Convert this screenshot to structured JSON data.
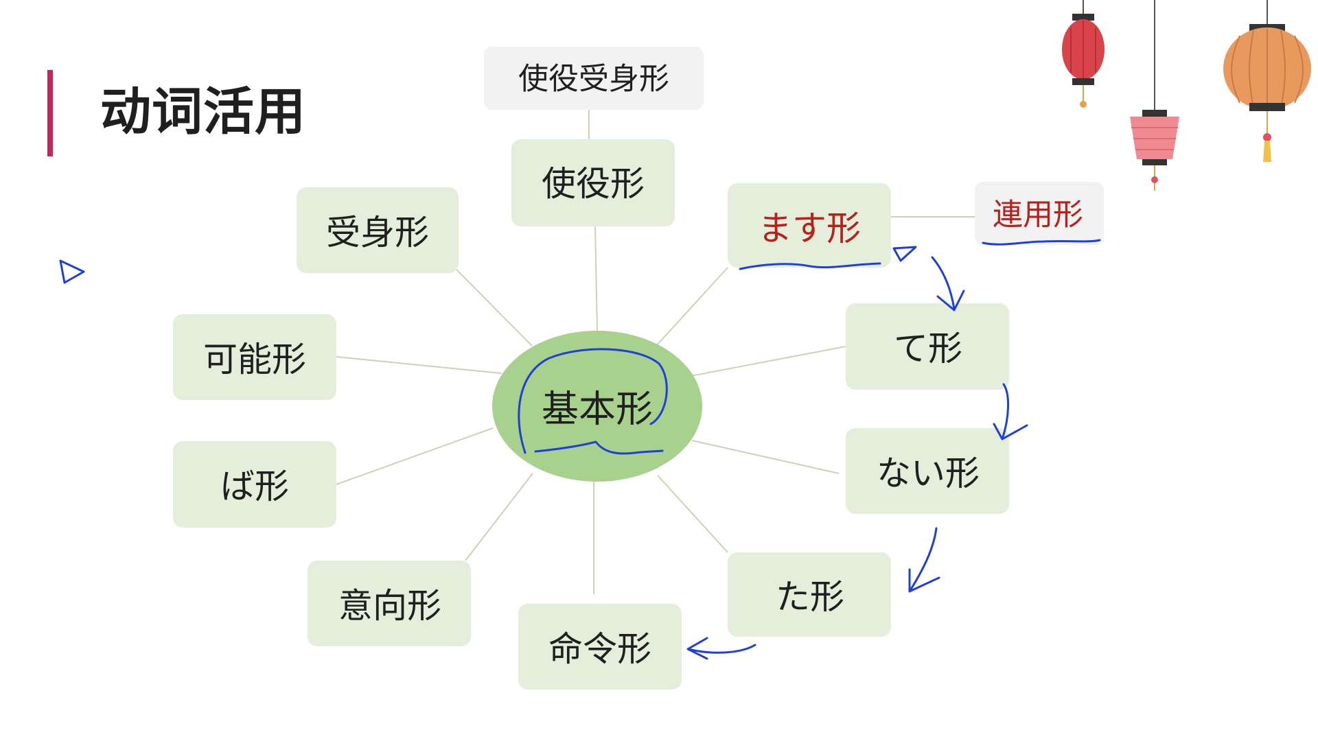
{
  "slide": {
    "title": "动词活用"
  },
  "colors": {
    "accent_bar": "#c2275b",
    "node_fill": "#e4eedb",
    "center_fill": "#a9d18e",
    "top_node_fill": "#f2f2f2",
    "connector": "#c8d4b8",
    "highlight_text": "#b5211b",
    "ink": "#1f3fd6"
  },
  "diagram": {
    "center": {
      "label": "基本形"
    },
    "nodes": [
      {
        "id": "causative-passive",
        "label": "使役受身形"
      },
      {
        "id": "causative",
        "label": "使役形"
      },
      {
        "id": "masu",
        "label": "ます形",
        "highlight": true
      },
      {
        "id": "renyou",
        "label": "連用形",
        "highlight": true
      },
      {
        "id": "te",
        "label": "て形"
      },
      {
        "id": "nai",
        "label": "ない形"
      },
      {
        "id": "ta",
        "label": "た形"
      },
      {
        "id": "imperative",
        "label": "命令形"
      },
      {
        "id": "volitional",
        "label": "意向形"
      },
      {
        "id": "ba",
        "label": "ば形"
      },
      {
        "id": "potential",
        "label": "可能形"
      },
      {
        "id": "passive",
        "label": "受身形"
      }
    ]
  },
  "decorations": {
    "icons": [
      "red-lantern-icon",
      "pink-lantern-icon",
      "orange-lantern-icon",
      "play-cursor-icon"
    ]
  }
}
